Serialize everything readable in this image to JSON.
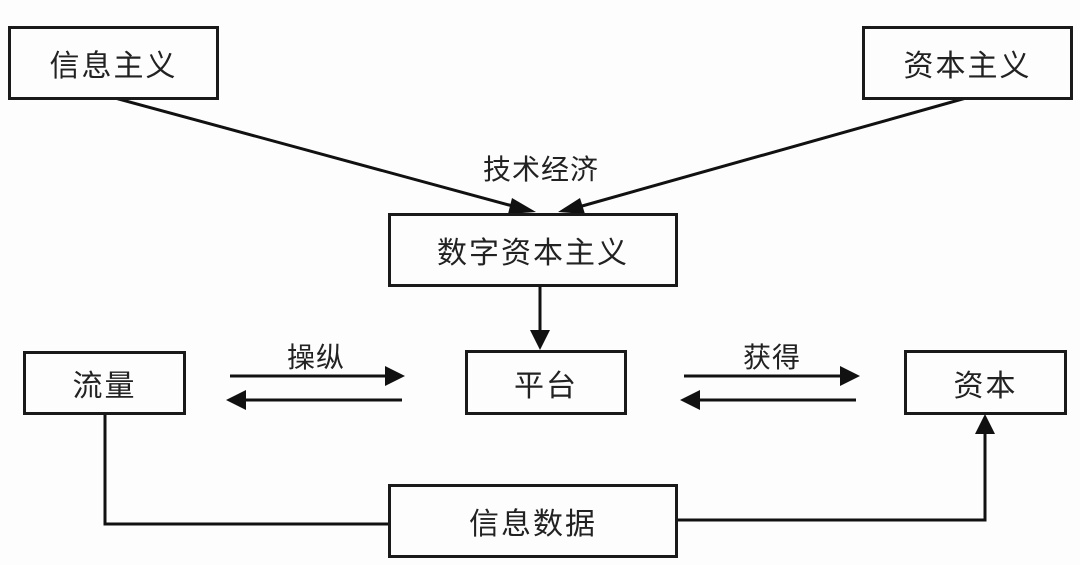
{
  "diagram": {
    "nodes": {
      "informationalism": "信息主义",
      "capitalism": "资本主义",
      "digital_capitalism": "数字资本主义",
      "traffic": "流量",
      "platform": "平台",
      "capital": "资本",
      "information_data": "信息数据"
    },
    "edge_labels": {
      "techno_economy": "技术经济",
      "manipulate": "操纵",
      "obtain": "获得"
    },
    "edges": [
      {
        "from": "informationalism",
        "to": "digital_capitalism",
        "label": "techno_economy"
      },
      {
        "from": "capitalism",
        "to": "digital_capitalism",
        "label": "techno_economy"
      },
      {
        "from": "digital_capitalism",
        "to": "platform"
      },
      {
        "from": "traffic",
        "to": "platform",
        "label": "manipulate",
        "bidirectional": true
      },
      {
        "from": "platform",
        "to": "capital",
        "label": "obtain",
        "bidirectional": true
      },
      {
        "from": "traffic",
        "to": "information_data",
        "arrow": false
      },
      {
        "from": "information_data",
        "to": "capital"
      }
    ]
  }
}
